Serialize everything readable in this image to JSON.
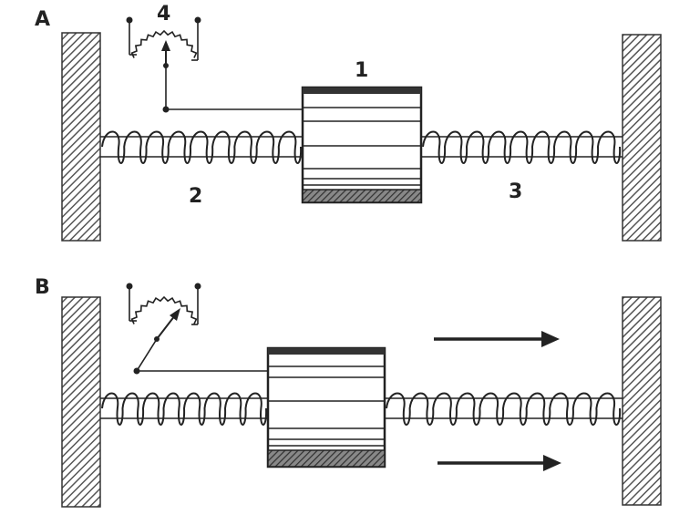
{
  "panels": [
    {
      "label": "A",
      "spring_left_label": "2",
      "mass_label": "1",
      "spring_right_label": "3",
      "potentiometer_label": "4"
    },
    {
      "label": "B"
    }
  ],
  "colors": {
    "ink": "#222222",
    "hatch": "#555555",
    "mass_base": "#444444"
  }
}
